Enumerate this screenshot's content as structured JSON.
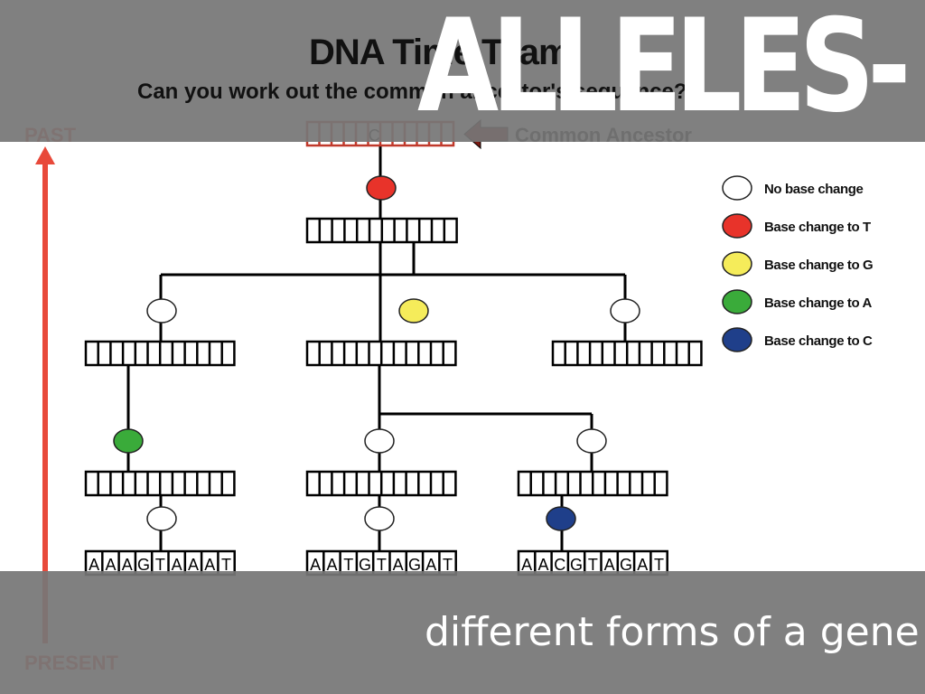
{
  "slide": {
    "title": "ALLELES-",
    "caption": "different forms of a gene"
  },
  "diagram": {
    "title": "DNA Time Team",
    "subtitle": "Can you work out the common ancestor's sequence?",
    "past_label": "PAST",
    "present_label": "PRESENT",
    "ancestor_label": "Common Ancestor",
    "ancestor_sequence": [
      "",
      "",
      "",
      "",
      "",
      "C",
      "",
      "",
      "",
      "",
      "",
      ""
    ],
    "leaf_sequences": [
      [
        "A",
        "A",
        "A",
        "G",
        "T",
        "A",
        "A",
        "A",
        "T"
      ],
      [
        "A",
        "A",
        "T",
        "G",
        "T",
        "A",
        "G",
        "A",
        "T"
      ],
      [
        "A",
        "A",
        "C",
        "G",
        "T",
        "A",
        "G",
        "A",
        "T"
      ]
    ]
  },
  "legend": [
    {
      "label": "No base change",
      "color": "#ffffff"
    },
    {
      "label": "Base change to T",
      "color": "#e8332a"
    },
    {
      "label": "Base change to G",
      "color": "#f5ec5a"
    },
    {
      "label": "Base change to A",
      "color": "#3aab3a"
    },
    {
      "label": "Base change to C",
      "color": "#1f3f8a"
    }
  ],
  "colors": {
    "arrow": "#e8493a",
    "ancestor_arrow": "#7a1a12",
    "band": "#767676"
  }
}
